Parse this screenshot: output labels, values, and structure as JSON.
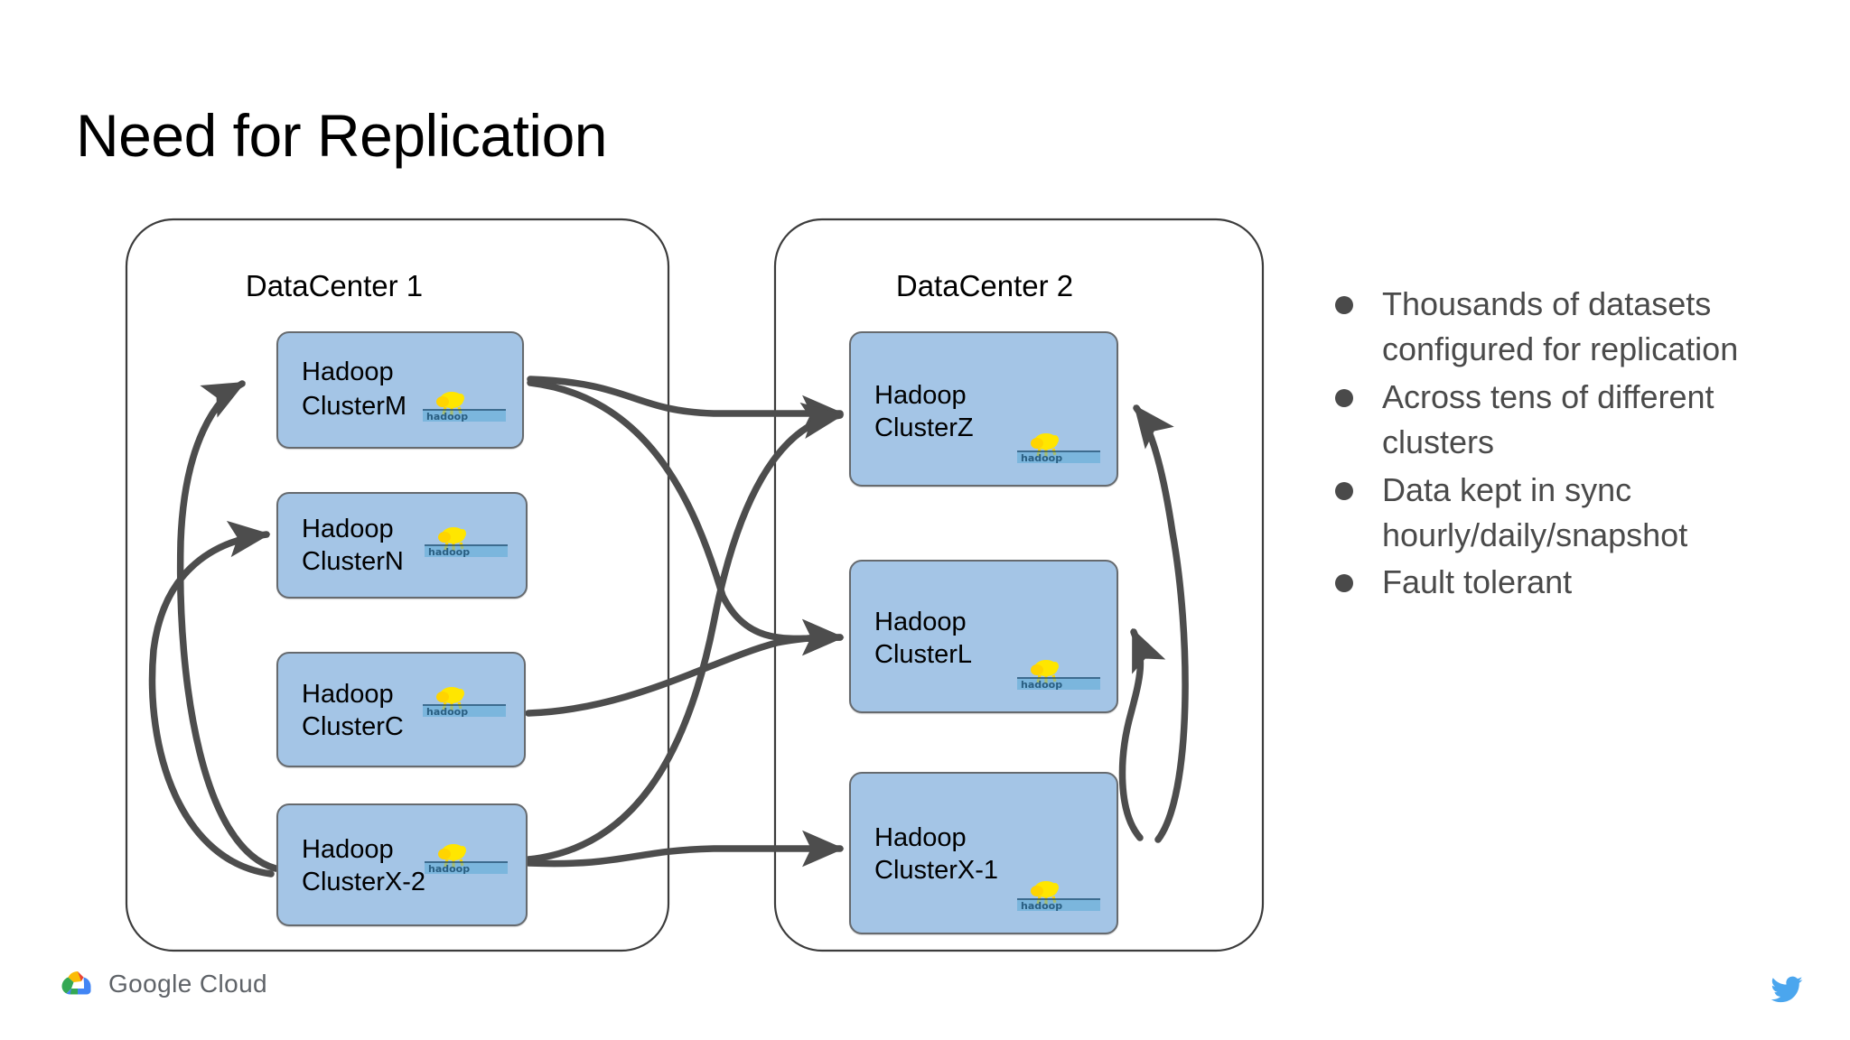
{
  "slide": {
    "title": "Need for Replication",
    "background_color": "#ffffff"
  },
  "theme": {
    "cluster_fill": "#A4C5E6",
    "cluster_stroke": "#666a6e",
    "arrow_color": "#4d4d4d",
    "container_stroke": "#3c3c3c",
    "bullet_color": "#4a4a4a",
    "title_color": "#000000"
  },
  "diagram": {
    "type": "replication-topology",
    "datacenters": [
      {
        "id": "dc1",
        "label": "DataCenter 1",
        "clusters": [
          {
            "id": "clusterM",
            "line1": "Hadoop",
            "line2": "ClusterM",
            "logo": "hadoop-logo",
            "logo_position": "below-text"
          },
          {
            "id": "clusterN",
            "line1": "Hadoop",
            "line2": "ClusterN",
            "logo": "hadoop-logo",
            "logo_position": "inline"
          },
          {
            "id": "clusterC",
            "line1": "Hadoop",
            "line2": "ClusterC",
            "logo": "hadoop-logo",
            "logo_position": "inline"
          },
          {
            "id": "clusterX2",
            "line1": "Hadoop",
            "line2": "ClusterX-2",
            "logo": "hadoop-logo",
            "logo_position": "inline"
          }
        ]
      },
      {
        "id": "dc2",
        "label": "DataCenter 2",
        "clusters": [
          {
            "id": "clusterZ",
            "line1": "Hadoop",
            "line2": "ClusterZ",
            "logo": "hadoop-logo",
            "logo_position": "lower-right"
          },
          {
            "id": "clusterL",
            "line1": "Hadoop",
            "line2": "ClusterL",
            "logo": "hadoop-logo",
            "logo_position": "lower-right"
          },
          {
            "id": "clusterX1",
            "line1": "Hadoop",
            "line2": "ClusterX-1",
            "logo": "hadoop-logo",
            "logo_position": "lower-right"
          }
        ]
      }
    ],
    "connections": [
      {
        "from": "clusterM",
        "to": "clusterZ"
      },
      {
        "from": "clusterM",
        "to": "clusterL"
      },
      {
        "from": "clusterC",
        "to": "clusterL"
      },
      {
        "from": "clusterX2",
        "to": "clusterZ"
      },
      {
        "from": "clusterX2",
        "to": "clusterX1"
      },
      {
        "from": "clusterX2",
        "to": "clusterM"
      },
      {
        "from": "clusterX2",
        "to": "clusterN"
      },
      {
        "from": "clusterX1",
        "to": "clusterZ"
      },
      {
        "from": "clusterX1",
        "to": "clusterL"
      }
    ]
  },
  "bullets": [
    "Thousands of datasets configured for replication",
    "Across tens of different clusters",
    "Data kept in sync hourly/daily/snapshot",
    "Fault tolerant"
  ],
  "footer": {
    "brand_text": "Google Cloud",
    "brand_icon": "google-cloud-icon",
    "social_icon": "twitter-bird-icon"
  }
}
